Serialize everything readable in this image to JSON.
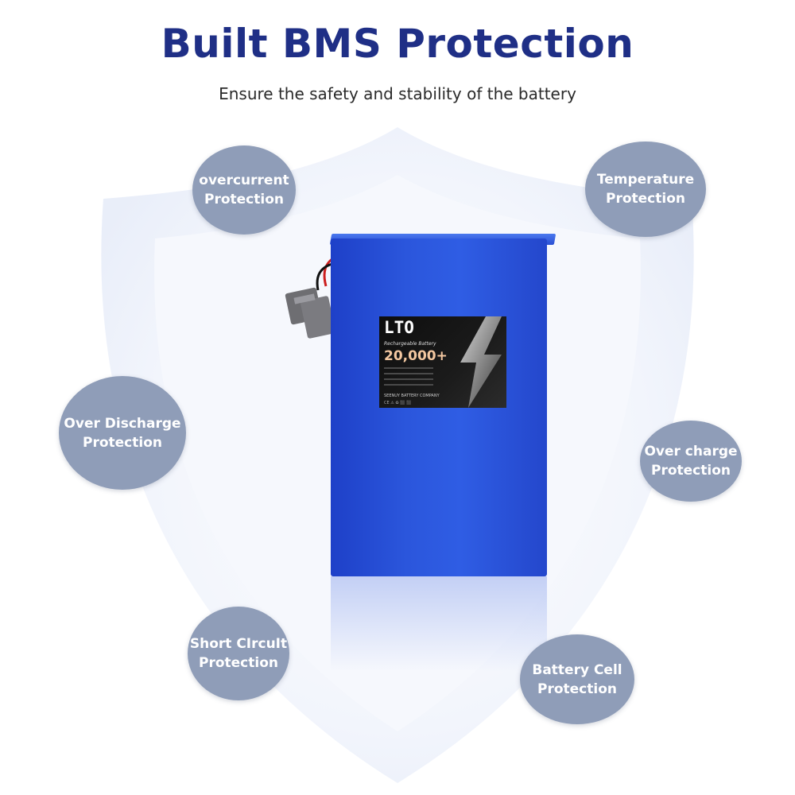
{
  "header": {
    "title": "Built BMS Protection",
    "subtitle": "Ensure the safety and stability of the battery"
  },
  "bubbles": [
    {
      "line1": "overcurrent",
      "line2": "Protection"
    },
    {
      "line1": "Temperature",
      "line2": "Protection"
    },
    {
      "line1": "Over Discharge",
      "line2": "Protection"
    },
    {
      "line1": "Over charge",
      "line2": "Protection"
    },
    {
      "line1": "Short CIrcuIt",
      "line2": "Protection"
    },
    {
      "line1": "Battery Cell",
      "line2": "Protection"
    }
  ],
  "battery_label": {
    "type": "LTO",
    "subtitle": "Rechargeable Battery",
    "cycles": "20,000+",
    "company": "SEENUY BATTERY COMPANY"
  },
  "colors": {
    "title": "#1f2f86",
    "bubble": "#8f9db8",
    "battery": "#2b56dc"
  }
}
